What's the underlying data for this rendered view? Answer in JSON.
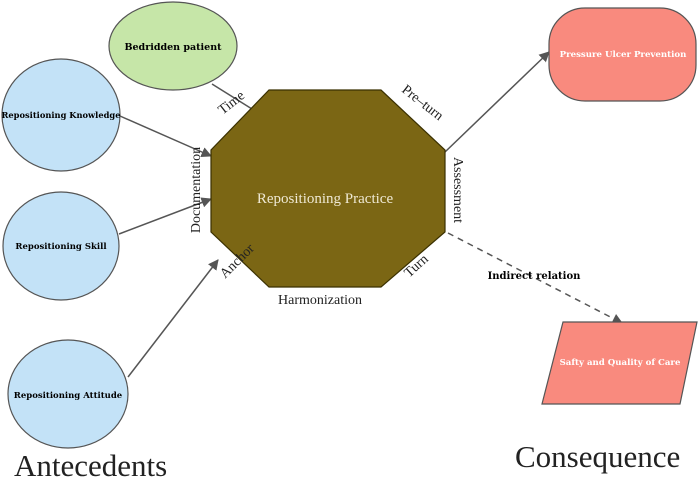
{
  "nodes": {
    "bedridden": {
      "label": "Bedridden patient",
      "color": "#c6e6a8"
    },
    "knowledge": {
      "label": "Repositioning Knowledge",
      "color": "#c3e2f7"
    },
    "skill": {
      "label": "Repositioning Skill",
      "color": "#c3e2f7"
    },
    "attitude": {
      "label": "Repositioning Attitude",
      "color": "#c3e2f7"
    },
    "practice": {
      "label": "Repositioning Practice",
      "color": "#7b6614"
    },
    "prevention": {
      "label": "Pressure Ulcer Prevention",
      "color": "#f98a7e"
    },
    "safety": {
      "label": "Safty and Quality of Care",
      "color": "#f98a7e"
    }
  },
  "octagon_labels": {
    "time": "Time",
    "pre_turn": "Pre–turn",
    "documentation": "Documentation",
    "assessment": "Assessment",
    "anchor": "Anchor",
    "turn": "Turn",
    "harmonization": "Harmonization"
  },
  "edges": {
    "indirect": "Indirect relation"
  },
  "sections": {
    "antecedents": "Antecedents",
    "consequence": "Consequence"
  }
}
